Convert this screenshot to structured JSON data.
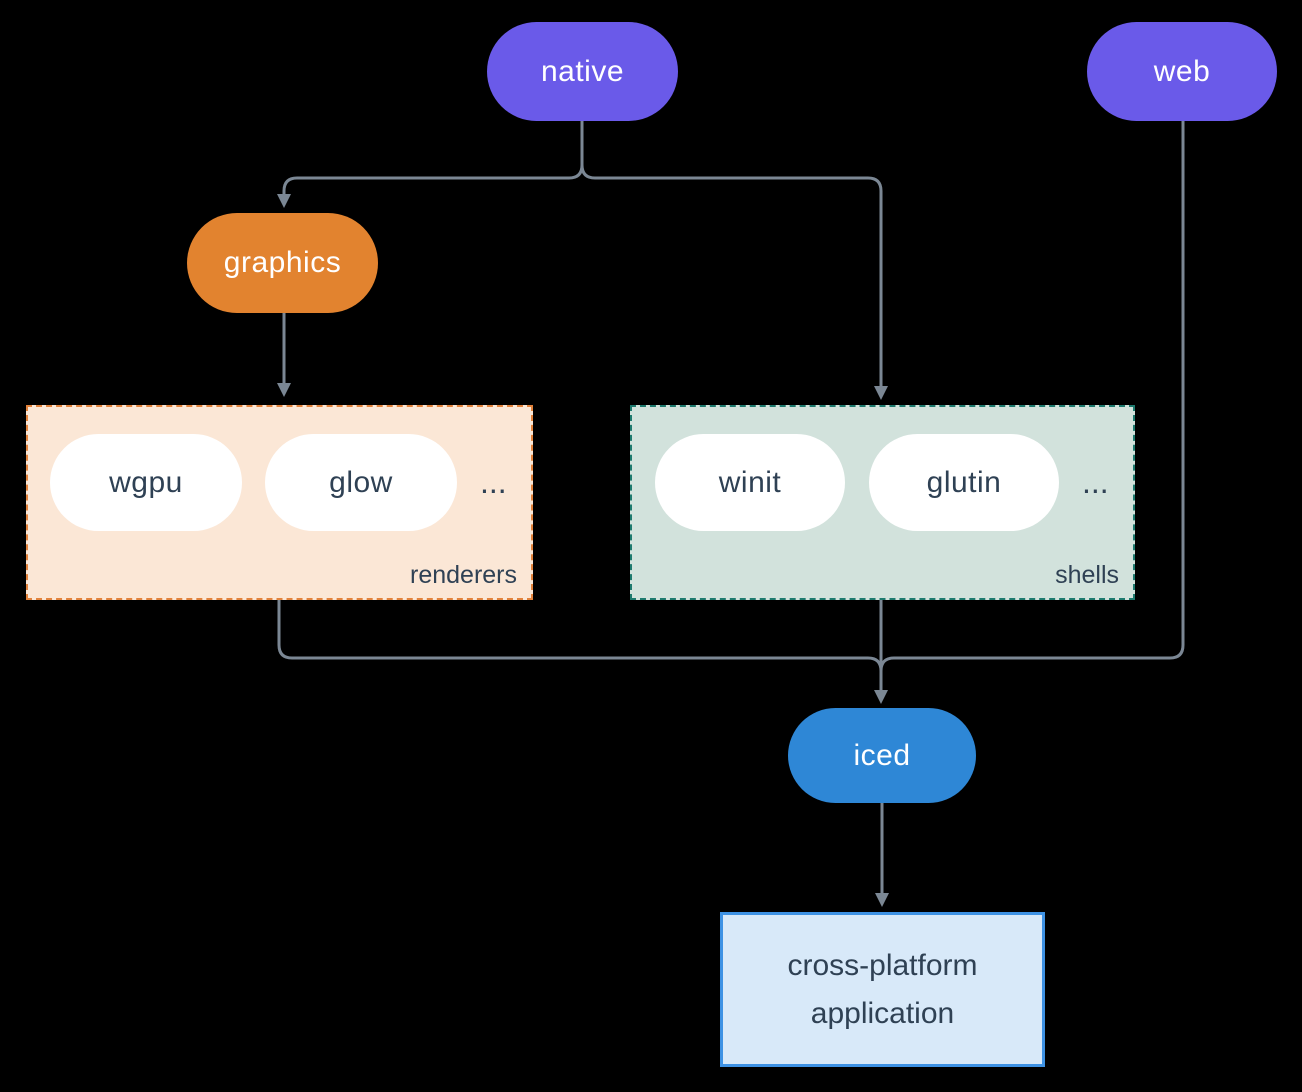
{
  "diagram": {
    "background_color": "#000000",
    "edge_color": "#7b8794",
    "text_dark_color": "#2f4154",
    "nodes": {
      "native": {
        "label": "native",
        "fill": "#6a5ae9",
        "text_color": "#ffffff"
      },
      "web": {
        "label": "web",
        "fill": "#6a5ae9",
        "text_color": "#ffffff"
      },
      "graphics": {
        "label": "graphics",
        "fill": "#e2832f",
        "text_color": "#ffffff"
      },
      "iced": {
        "label": "iced",
        "fill": "#2e87d6",
        "text_color": "#ffffff"
      },
      "application": {
        "label_lines": [
          "cross-platform",
          "application"
        ],
        "fill": "#d8e9f9",
        "border_color": "#3e92e4"
      }
    },
    "groups": {
      "renderers": {
        "label": "renderers",
        "fill": "#fbe7d6",
        "border_color": "#e2823b",
        "items": [
          "wgpu",
          "glow"
        ],
        "ellipsis": "..."
      },
      "shells": {
        "label": "shells",
        "fill": "#d2e2dc",
        "border_color": "#1e7a6e",
        "items": [
          "winit",
          "glutin"
        ],
        "ellipsis": "..."
      }
    }
  }
}
